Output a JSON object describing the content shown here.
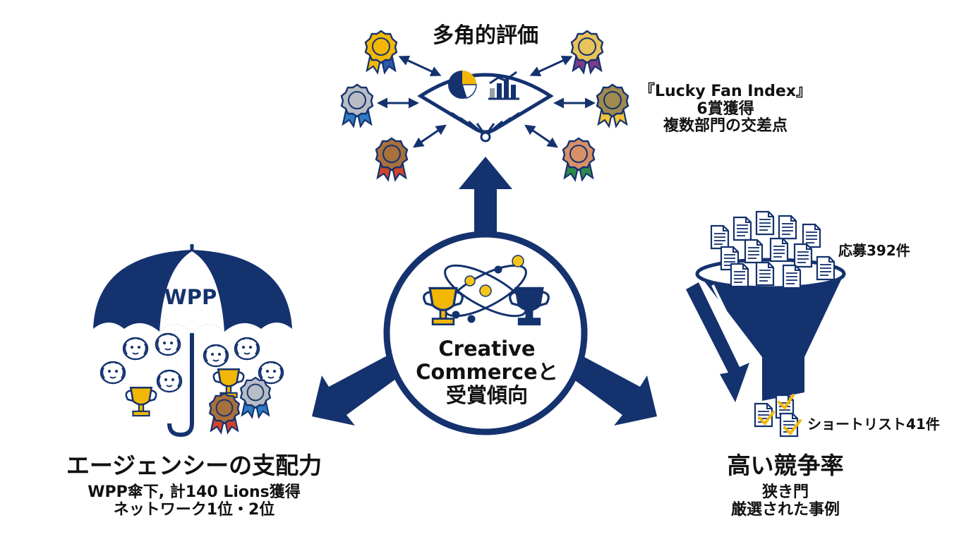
{
  "diagram": {
    "center": {
      "lines": [
        "Creative",
        "Commerceと",
        "受賞傾向"
      ]
    },
    "top": {
      "title": "多角的評価",
      "note_lines": [
        "『Lucky Fan Index』",
        "6賞獲得",
        "複数部門の交差点"
      ]
    },
    "left": {
      "umbrella_label": "WPP",
      "heading": "エージェンシーの支配力",
      "sub_lines": [
        "WPP傘下, 計140 Lions獲得",
        "ネットワーク1位・2位"
      ]
    },
    "right": {
      "entries_label": "応募392件",
      "shortlist_label": "ショートリスト41件",
      "heading": "高い競争率",
      "sub_lines": [
        "狭き門",
        "厳選された事例"
      ]
    }
  },
  "colors": {
    "navy": "#14326e",
    "gold": "#f2b705",
    "silver": "#b8bcc4",
    "bronze": "#b0784a",
    "accent_yellow": "#f5c518"
  },
  "icons": [
    "trophy-icon",
    "atom-icon",
    "fan-icon",
    "pie-chart-icon",
    "bar-chart-icon",
    "ribbon-medal-icon",
    "umbrella-icon",
    "lion-icon",
    "document-icon",
    "funnel-icon",
    "checkmark-icon",
    "arrow-icon"
  ]
}
